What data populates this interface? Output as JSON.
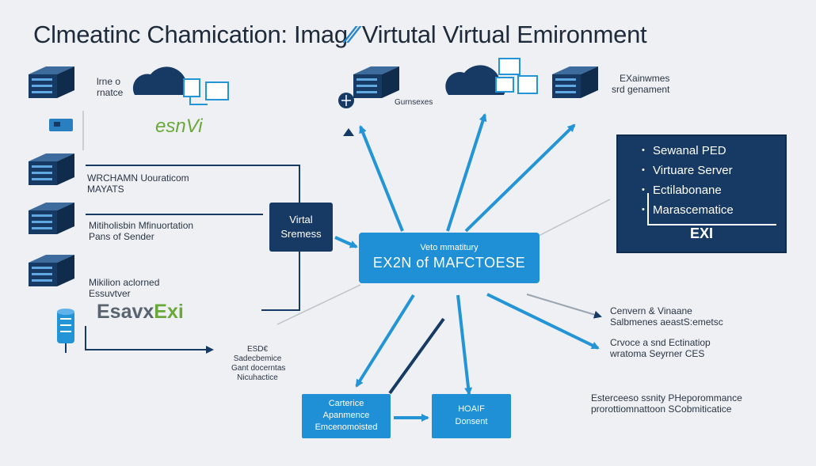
{
  "title": {
    "part1": "Clmeatinc Chamication:  Imag",
    "mark": "⁄⁄",
    "part2": " Virtutal  Virtual  Emironment"
  },
  "colors": {
    "navy": "#163a63",
    "blue": "#1f8fd6",
    "green": "#6aa83a",
    "arrow": "#2395d6",
    "line": "#bcc3cc"
  },
  "left_labels": [
    {
      "line1": "lrne o",
      "line2": "rnatce"
    },
    {
      "line1": "WRCHAMN Uouraticom",
      "line2": "MAYATS"
    },
    {
      "line1": "Mitiholisbin Mfinuortation",
      "line2": "Pans of Sender"
    },
    {
      "line1": "Mikilion aclorned",
      "line2": "Essuvtver"
    }
  ],
  "logos": {
    "top": "esnVi",
    "bottom_a": "Esavx",
    "bottom_b": "Exi"
  },
  "top_labels": {
    "gateway": "Gurnsexes",
    "right_line1": "EXainwmes",
    "right_line2": "srd genament"
  },
  "virtual_box": {
    "line1": "Virtal",
    "line2": "Sremess"
  },
  "center_box": {
    "line1": "Veto mmatitury",
    "line2": "EX2N  of  MAFCTOESE"
  },
  "legend_panel": {
    "items": [
      "Sewanal PED",
      "Virtuare Server",
      "Ectilabonane",
      "Marascematice"
    ],
    "footer": "EXI"
  },
  "small_list": [
    "ESD€",
    "Sadecbemice",
    "Gant docerntas",
    "Nicuhactice"
  ],
  "bottom_left_box": {
    "line1": "Carterice",
    "line2": "Apanmence",
    "line3": "Emcenomoisted"
  },
  "bottom_mid_box": {
    "line1": "HOAIF",
    "line2": "Donsent"
  },
  "right_notes": [
    {
      "line1": "Cenvern & Vinaane",
      "line2": "Salbmenes aeastS:emetsc"
    },
    {
      "line1": "Crvoce a snd Ectinatiop",
      "line2": "wratoma Seyrner CES"
    }
  ],
  "bottom_right_note": {
    "line1": "Esterceeso ssnity PHeporommance",
    "line2": "prorottiomnattoon SCobmiticatice"
  }
}
